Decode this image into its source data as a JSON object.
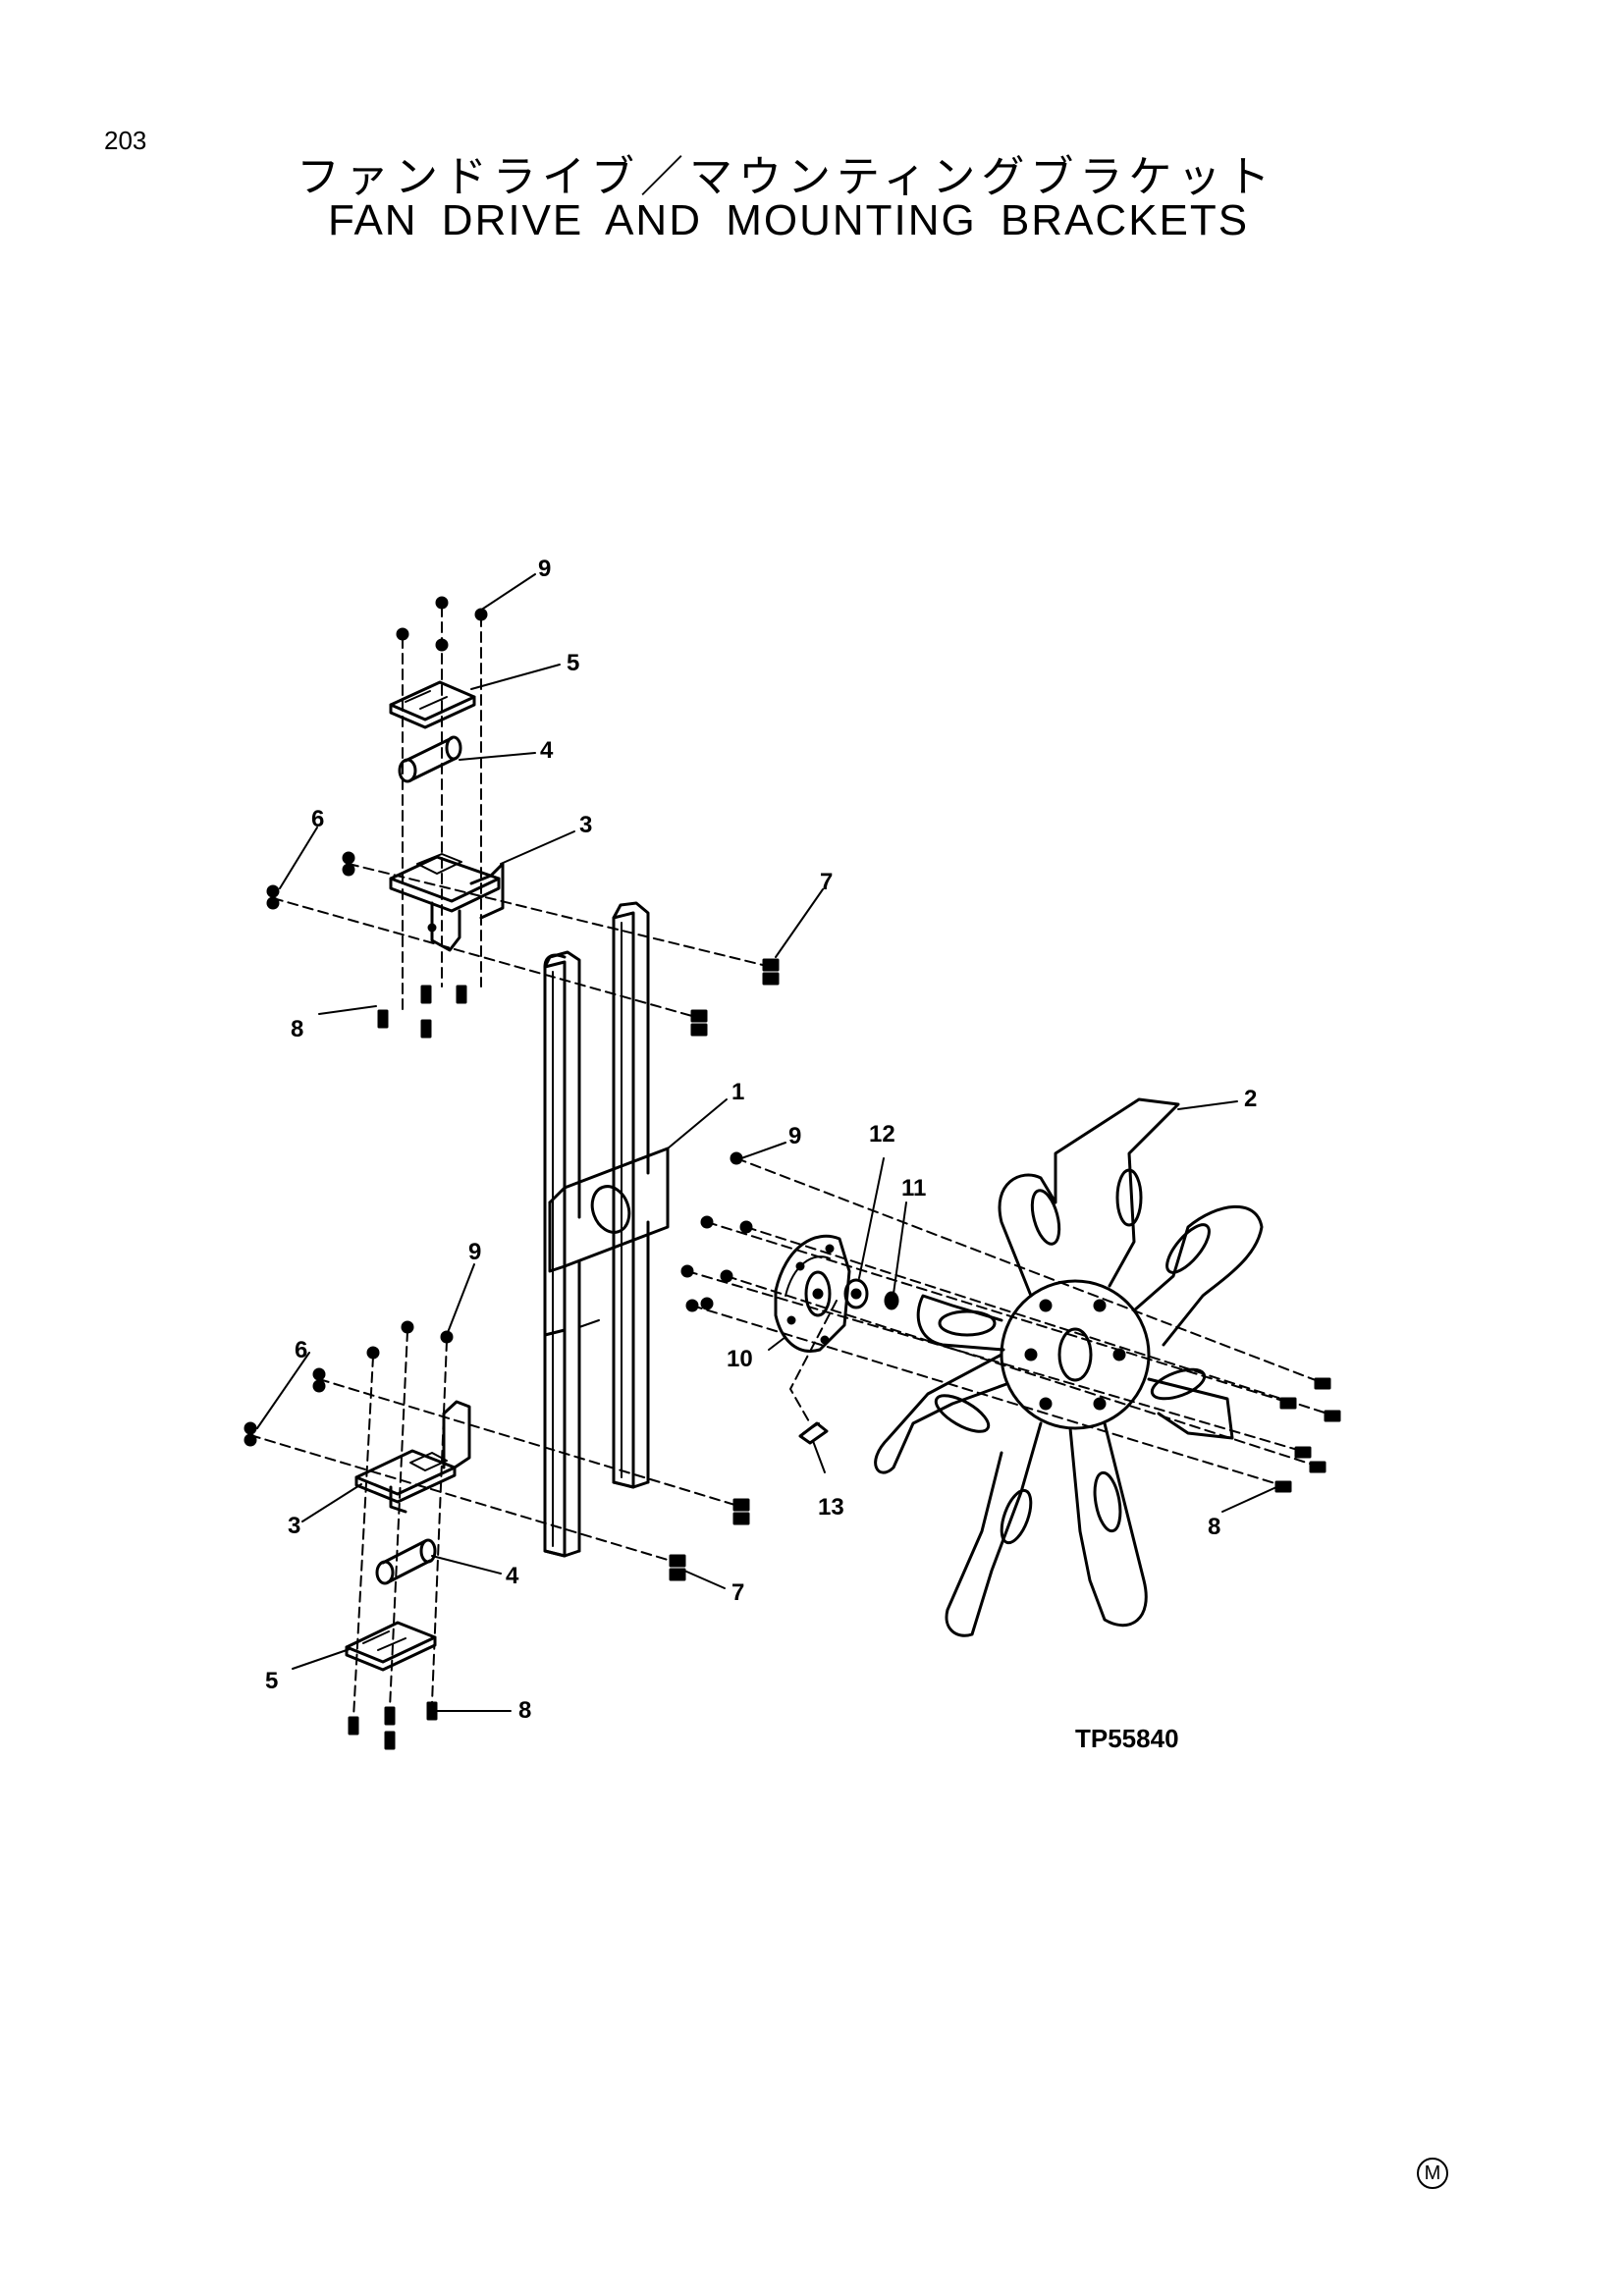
{
  "page_number": "203",
  "title_jp": "ファンドライブ／マウンティングブラケット",
  "title_en": "FAN DRIVE AND MOUNTING BRACKETS",
  "figure_id": "TP55840",
  "corner_mark": "M",
  "callouts": {
    "c1": "1",
    "c2": "2",
    "c3_upper": "3",
    "c3_lower": "3",
    "c4_upper": "4",
    "c4_lower": "4",
    "c5_upper": "5",
    "c5_lower": "5",
    "c6_upper": "6",
    "c6_lower": "6",
    "c7_upper": "7",
    "c7_lower": "7",
    "c8_upper": "8",
    "c8_lower": "8",
    "c8_right": "8",
    "c9_upper": "9",
    "c9_middle": "9",
    "c9_lower": "9",
    "c10": "10",
    "c11": "11",
    "c12": "12",
    "c13": "13"
  }
}
